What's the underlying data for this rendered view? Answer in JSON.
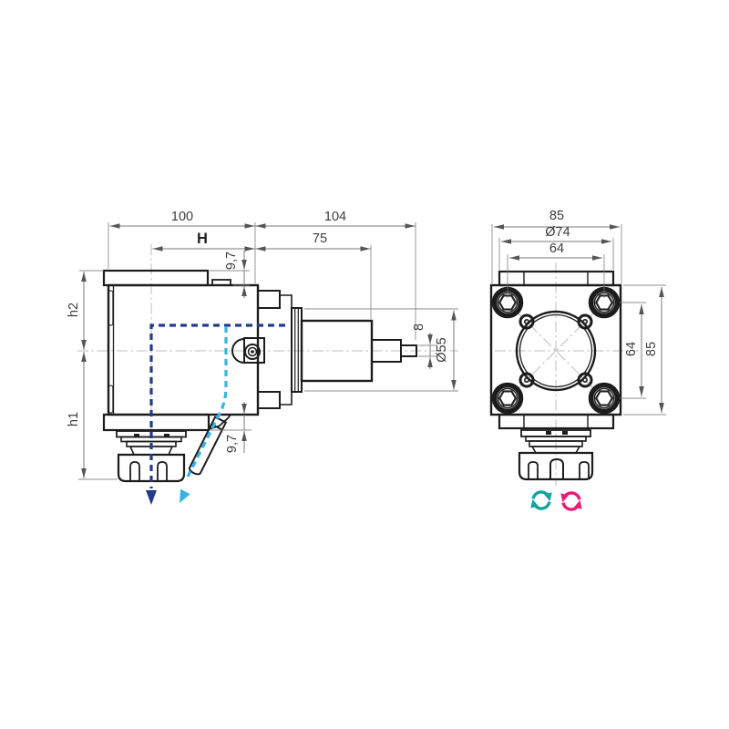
{
  "drawing": {
    "kind": "technical-drawing",
    "subject": "radial driven tool holder with ER collet, two orthographic views",
    "side_view": {
      "dims": {
        "overall_left": "100",
        "gauge": "H",
        "overall_right": "104",
        "spindle_length": "75",
        "plate_top_thickness": "9,7",
        "plate_bottom_thickness": "9,7",
        "height_upper": "h2",
        "height_lower": "h1",
        "shaft_dia": "8",
        "flange_dia": "Ø55"
      }
    },
    "front_view": {
      "dims": {
        "body_width": "85",
        "pilot_dia": "Ø74",
        "bolt_spacing_h": "64",
        "bolt_spacing_v": "64",
        "body_height": "85"
      }
    },
    "icons": {
      "rotation_left": "spindle-rotation-ccw",
      "rotation_right": "spindle-rotation-cw"
    },
    "colors": {
      "outline": "#1c1c1c",
      "dimension": "#7a7a7a",
      "centerline": "#bdbdbd",
      "coolant_primary": "#233a8d",
      "coolant_secondary": "#35b4e5",
      "rotation_left": "#16a29d",
      "rotation_right": "#e91c77"
    }
  }
}
